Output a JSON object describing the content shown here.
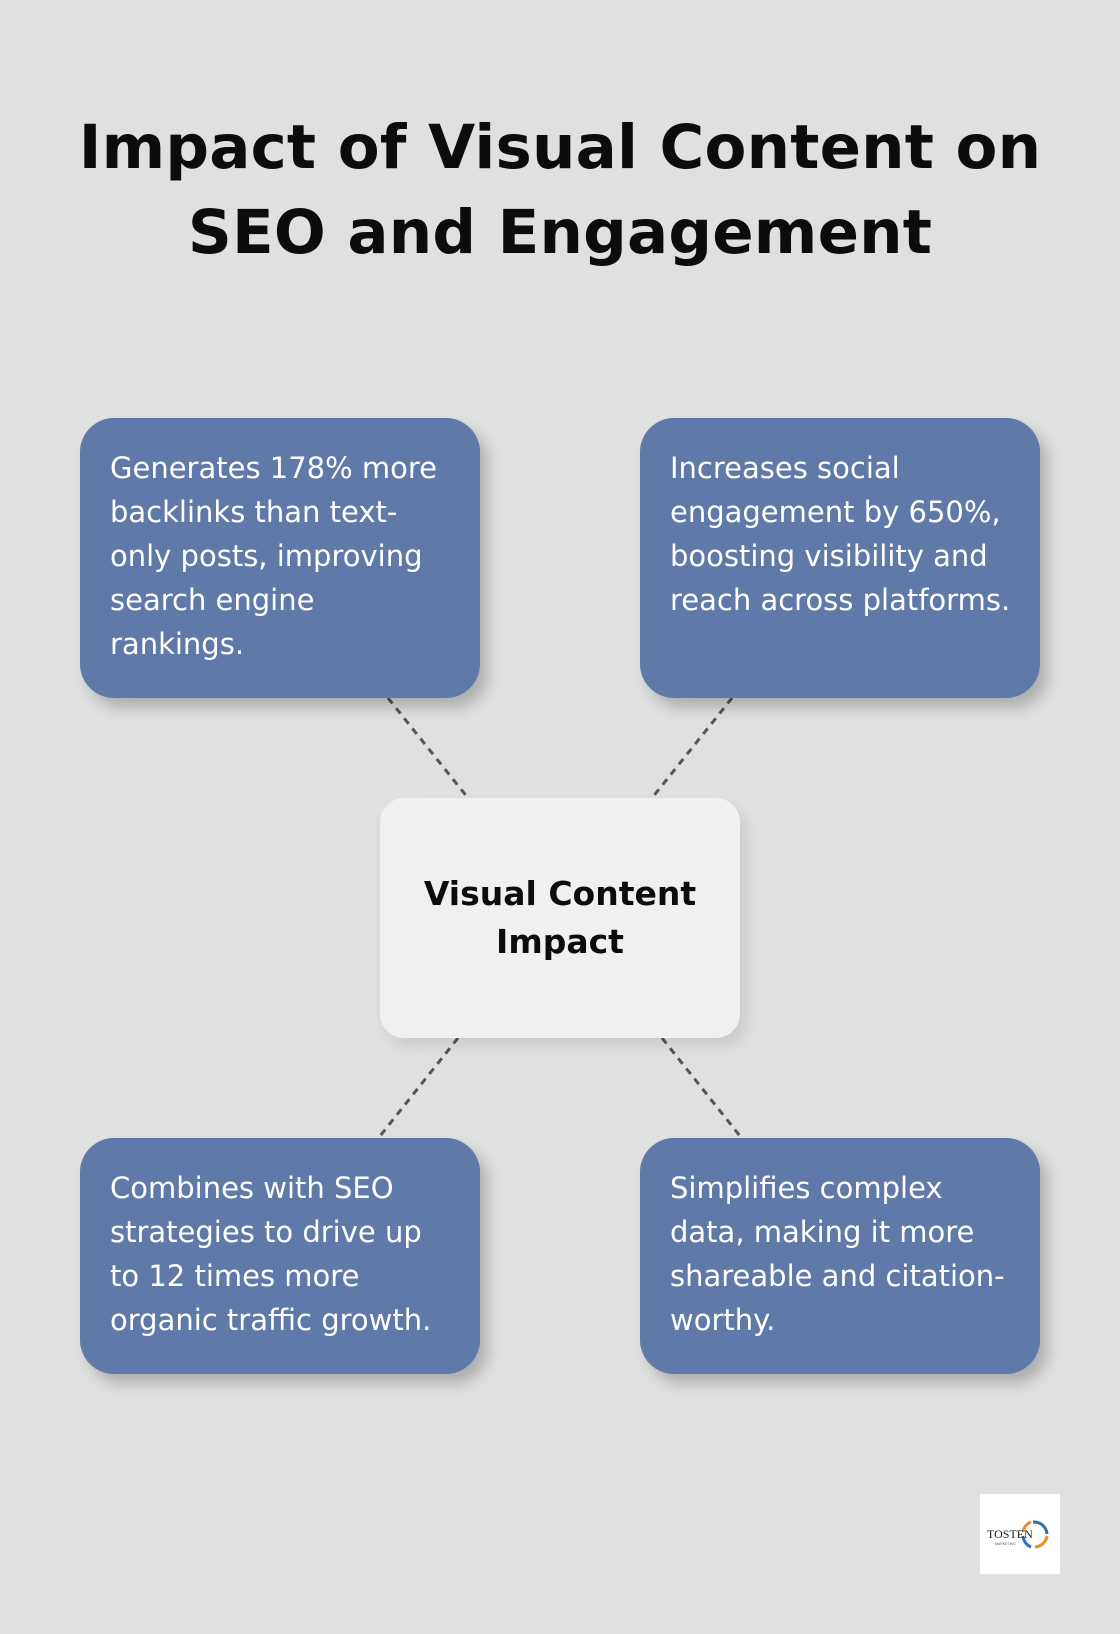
{
  "title": "Impact of Visual Content on SEO and Engagement",
  "center": {
    "label": "Visual Content Impact"
  },
  "boxes": {
    "top_left": "Generates 178% more backlinks than text-only posts, improving search engine rankings.",
    "top_right": "Increases social engagement by 650%, boosting visibility and reach across platforms.",
    "bottom_left": "Combines with SEO strategies to drive up to 12 times more organic traffic growth.",
    "bottom_right": "Simplifies complex data, making it more shareable and citation-worthy."
  },
  "logo": {
    "text": "TOSTEN",
    "subtext": "MARKETING"
  },
  "colors": {
    "background": "#dfe1e1",
    "box": "#5f79a9",
    "center_box": "#eff0f1",
    "title_text": "#0c0c0c",
    "connector": "#555555",
    "logo_blue": "#2f6fb3",
    "logo_orange": "#f08a24"
  }
}
